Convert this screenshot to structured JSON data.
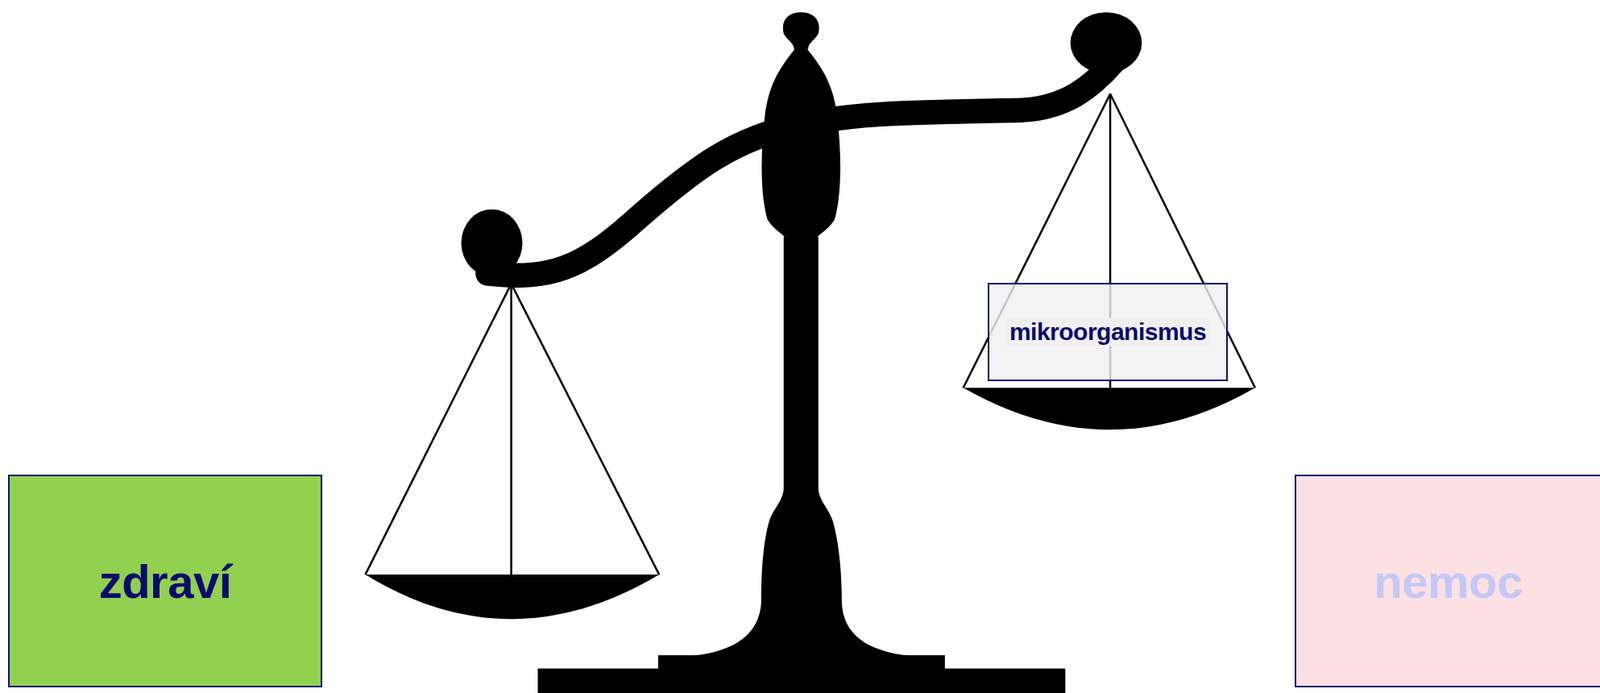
{
  "diagram": {
    "nodes": [
      {
        "text": [
          "zdraví"
        ]
      },
      {
        "text": [
          "mikroorganismus"
        ]
      },
      {
        "text": [
          "nemoc"
        ]
      }
    ]
  }
}
